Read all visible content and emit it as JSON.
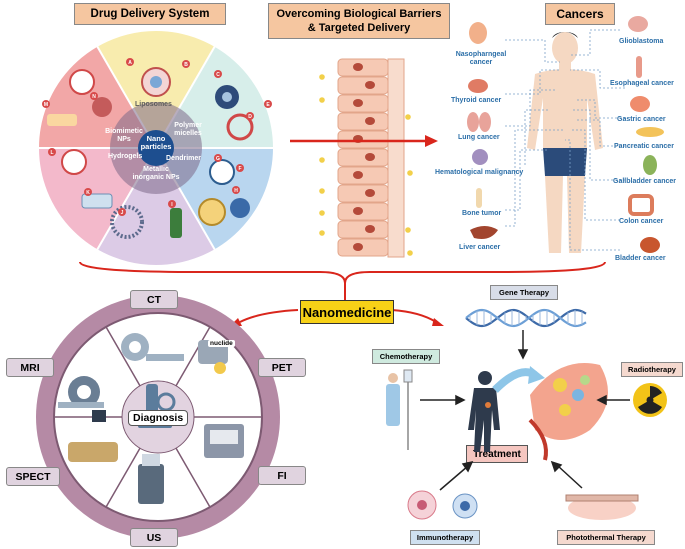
{
  "drug_delivery": {
    "title": "Drug Delivery System",
    "center": "Nano particles",
    "segments": [
      "Liposomes",
      "Polymer micelles",
      "Dendrimer",
      "Metallic inorganic NPs",
      "Hydrogels",
      "Biomimetic NPs"
    ],
    "markers": [
      "A",
      "B",
      "C",
      "D",
      "E",
      "F",
      "G",
      "H",
      "I",
      "J",
      "K",
      "L",
      "M",
      "N"
    ]
  },
  "barriers": {
    "title_line1": "Overcoming Biological Barriers",
    "title_line2": "& Targeted Delivery"
  },
  "cancers": {
    "title": "Cancers",
    "left": [
      "Nasopharngeal cancer",
      "Thyroid cancer",
      "Lung cancer",
      "Hematological malignancy",
      "Bone tumor",
      "Liver cancer"
    ],
    "right": [
      "Glioblastoma",
      "Esophageal cancer",
      "Gastric cancer",
      "Pancreatic cancer",
      "Gallbladder cancer",
      "Colon cancer",
      "Bladder cancer"
    ]
  },
  "nanomedicine": {
    "label": "Nanomedicine"
  },
  "diagnosis": {
    "center": "Diagnosis",
    "modalities": [
      "CT",
      "PET",
      "FI",
      "US",
      "SPECT",
      "MRI"
    ],
    "nuclide": "nuclide"
  },
  "therapy": {
    "center": "Treatment",
    "items": [
      "Gene Therapy",
      "Chemotherapy",
      "Radiotherapy",
      "Immunotherapy",
      "Photothermal Therapy"
    ]
  },
  "colors": {
    "orange_box": "#f5c6a0",
    "yellow_box": "#f7d117",
    "ring": "#8a5a7a",
    "arrow_red": "#d9261c"
  }
}
